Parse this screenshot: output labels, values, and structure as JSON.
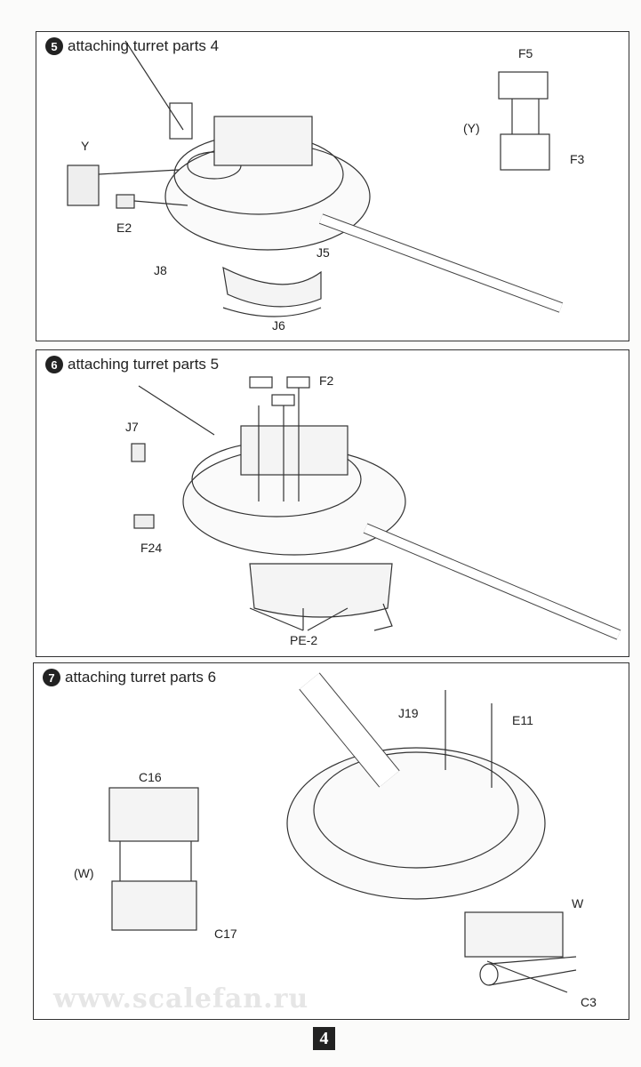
{
  "steps": [
    {
      "number": "5",
      "title": "attaching turret parts 4",
      "labels": {
        "y": "Y",
        "e2": "E2",
        "j8": "J8",
        "j5": "J5",
        "j6": "J6",
        "f5": "F5",
        "y_sub": "(Y)",
        "f3": "F3"
      }
    },
    {
      "number": "6",
      "title": "attaching turret parts 5",
      "labels": {
        "f2": "F2",
        "j7": "J7",
        "f24": "F24",
        "pe2": "PE-2"
      }
    },
    {
      "number": "7",
      "title": "attaching turret parts 6",
      "labels": {
        "j19": "J19",
        "e11": "E11",
        "c16": "C16",
        "w_sub": "(W)",
        "c17": "C17",
        "w": "W",
        "c3": "C3"
      }
    }
  ],
  "watermark": "www.scalefan.ru",
  "page_number": "4"
}
